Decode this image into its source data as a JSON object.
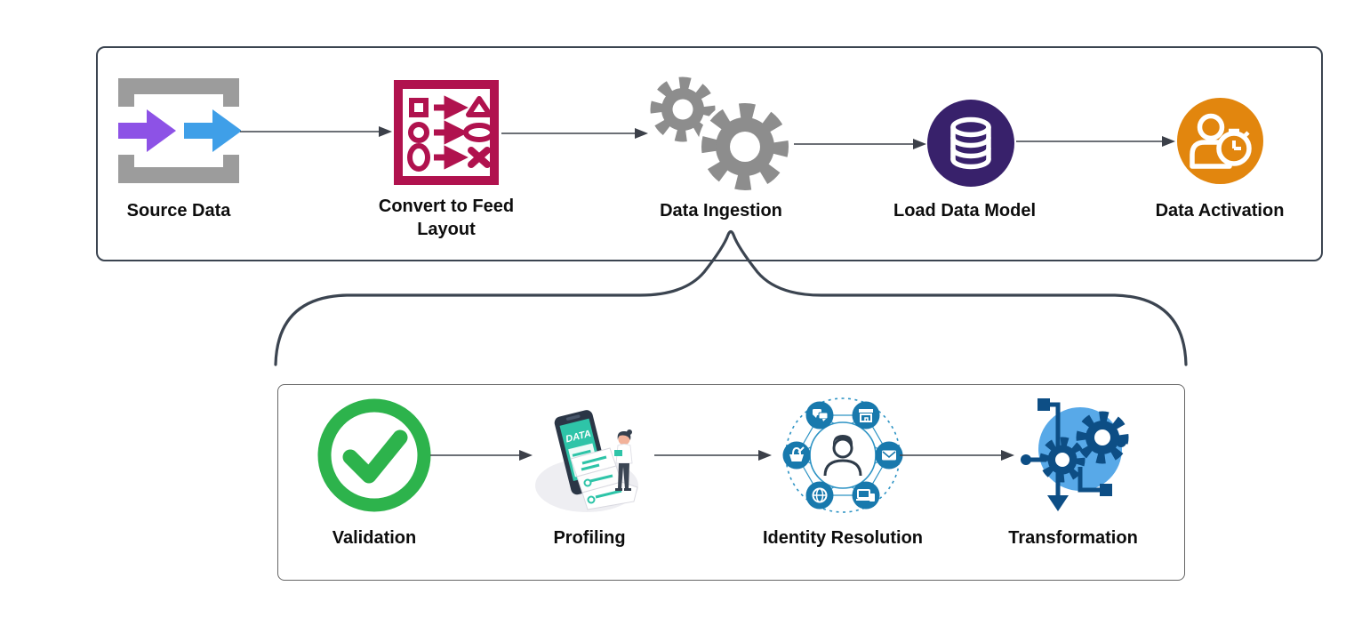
{
  "top_flow": {
    "nodes": [
      {
        "label": "Source Data",
        "icon": "import-arrows-icon"
      },
      {
        "label": "Convert to Feed Layout",
        "icon": "shape-conversion-icon"
      },
      {
        "label": "Data Ingestion",
        "icon": "gears-icon"
      },
      {
        "label": "Load Data Model",
        "icon": "database-icon"
      },
      {
        "label": "Data Activation",
        "icon": "audience-timer-icon"
      }
    ]
  },
  "sub_flow": {
    "nodes": [
      {
        "label": "Validation",
        "icon": "check-circle-icon"
      },
      {
        "label": "Profiling",
        "icon": "data-report-illustration",
        "screen_text": "DATA"
      },
      {
        "label": "Identity Resolution",
        "icon": "identity-network-icon"
      },
      {
        "label": "Transformation",
        "icon": "gears-circuit-icon"
      }
    ]
  },
  "colors": {
    "outline": "#3b4450",
    "subbox_border": "#666666",
    "arrow": "#3c4049",
    "bracket_gray": "#9c9c9c",
    "arrow_purple": "#8d52e6",
    "arrow_blue": "#3f9fe8",
    "feed_crimson": "#b0124e",
    "gear_gray": "#8d8d8d",
    "model_indigo": "#38216b",
    "activation_orange": "#e2860e",
    "validation_green": "#2db34c",
    "profiling_teal": "#2ec4a8",
    "identity_blue": "#1879ad",
    "transform_light_blue": "#58a9e8",
    "transform_dark_blue": "#0d4e85"
  }
}
